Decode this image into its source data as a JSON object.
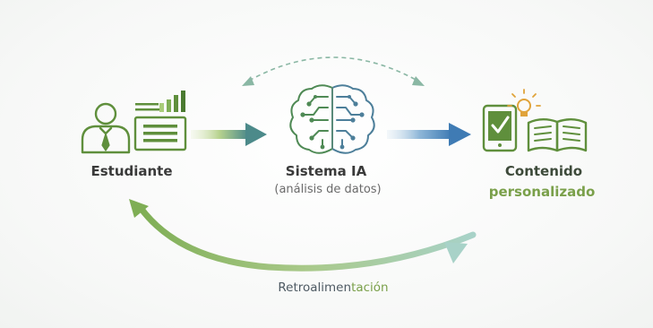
{
  "nodes": {
    "student": {
      "label": "Estudiante"
    },
    "ai_system": {
      "title": "Sistema IA",
      "subtitle": "(análisis de datos)"
    },
    "content": {
      "line1": "Contenido",
      "line2": "personalizado"
    }
  },
  "feedback": {
    "label_main": "Retroalimen",
    "label_tail": "tación"
  },
  "colors": {
    "green_dark": "#5f8f3c",
    "green_light": "#a9cc7a",
    "blue_arrow": "#4f86b8",
    "teal_dashed": "#8ab7a4",
    "text_dark": "#3a3a3a"
  }
}
